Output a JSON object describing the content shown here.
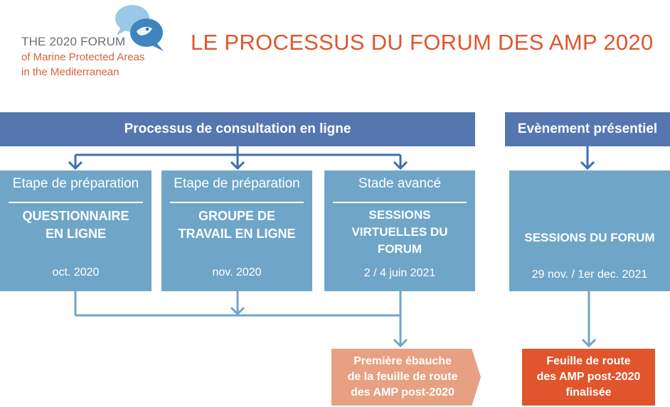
{
  "logo": {
    "line1_prefix": "THE ",
    "line1_year": "2020",
    "line1_suffix": " FORUM",
    "line2": "of Marine Protected Areas",
    "line3": "in the Mediterranean"
  },
  "title": "LE PROCESSUS DU FORUM DES AMP 2020",
  "headers": {
    "online": "Processus de consultation en ligne",
    "event": "Evènement présentiel"
  },
  "cards": [
    {
      "stage": "Etape de préparation",
      "title_lines": [
        "QUESTIONNAIRE",
        "EN LIGNE"
      ],
      "date": "oct. 2020"
    },
    {
      "stage": "Etape de préparation",
      "title_lines": [
        "GROUPE DE",
        "TRAVAIL EN LIGNE"
      ],
      "date": "nov. 2020"
    },
    {
      "stage": "Stade avancé",
      "title_lines": [
        "SESSIONS",
        "VIRTUELLES DU",
        "FORUM"
      ],
      "date": "2 / 4 juin 2021"
    },
    {
      "stage": "",
      "title_lines": [
        "SESSIONS DU FORUM"
      ],
      "date": "29 nov. / 1er dec. 2021"
    }
  ],
  "outputs": [
    {
      "lines": [
        "Première ébauche",
        "de la feuille de route",
        "des AMP post-2020"
      ]
    },
    {
      "lines": [
        "Feuille de route",
        "des AMP post-2020",
        "finalisée"
      ]
    }
  ],
  "colors": {
    "header_bar": "#5676b0",
    "card": "#6fa6c8",
    "connector": "#3b6fb0",
    "title": "#e0552c",
    "output_draft": "#e8a083",
    "output_final": "#e0552c"
  }
}
